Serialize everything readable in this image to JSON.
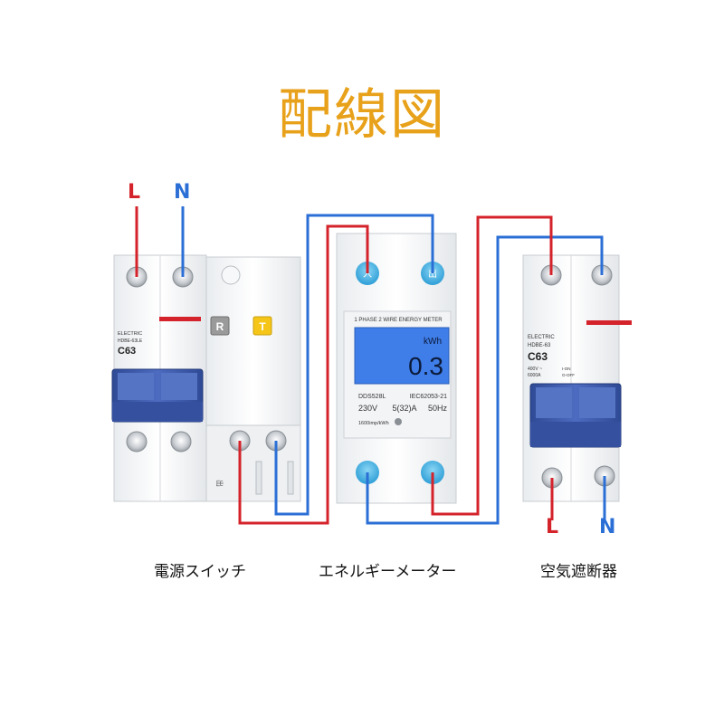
{
  "title": "配線図",
  "terminals": {
    "source_l": "L",
    "source_n": "N",
    "load_l": "L",
    "load_n": "N"
  },
  "colors": {
    "title": "#e8a11a",
    "live_wire": "#d4232b",
    "neutral_wire": "#2b6fd6",
    "breaker_handle": "#3d5aa8",
    "lcd_screen": "#3f7de8",
    "meter_terminal": "#55b8e8"
  },
  "devices": {
    "power_switch": {
      "caption": "電源スイッチ",
      "brand": "ELECTRIC",
      "model": "HDBE-63LE",
      "rating": "C63",
      "btn_r": "R",
      "btn_t": "T",
      "bottom_label": "出"
    },
    "energy_meter": {
      "caption": "エネルギーメーター",
      "header": "1 PHASE 2 WIRE ENERGY METER",
      "unit": "kWh",
      "reading": "0.3",
      "model": "DDS528L",
      "standard": "IEC62053-21",
      "voltage": "230V",
      "current": "5(32)A",
      "frequency": "50Hz",
      "impulse": "1600imp/kWh",
      "top_left_label": "入",
      "top_right_label": "出"
    },
    "air_breaker": {
      "caption": "空気遮断器",
      "brand": "ELECTRIC",
      "model": "HDBE-63",
      "rating": "C63",
      "spec_voltage": "400V ~",
      "spec_capacity": "6000A",
      "on_label": "I-ON",
      "off_label": "O-OFF"
    }
  }
}
